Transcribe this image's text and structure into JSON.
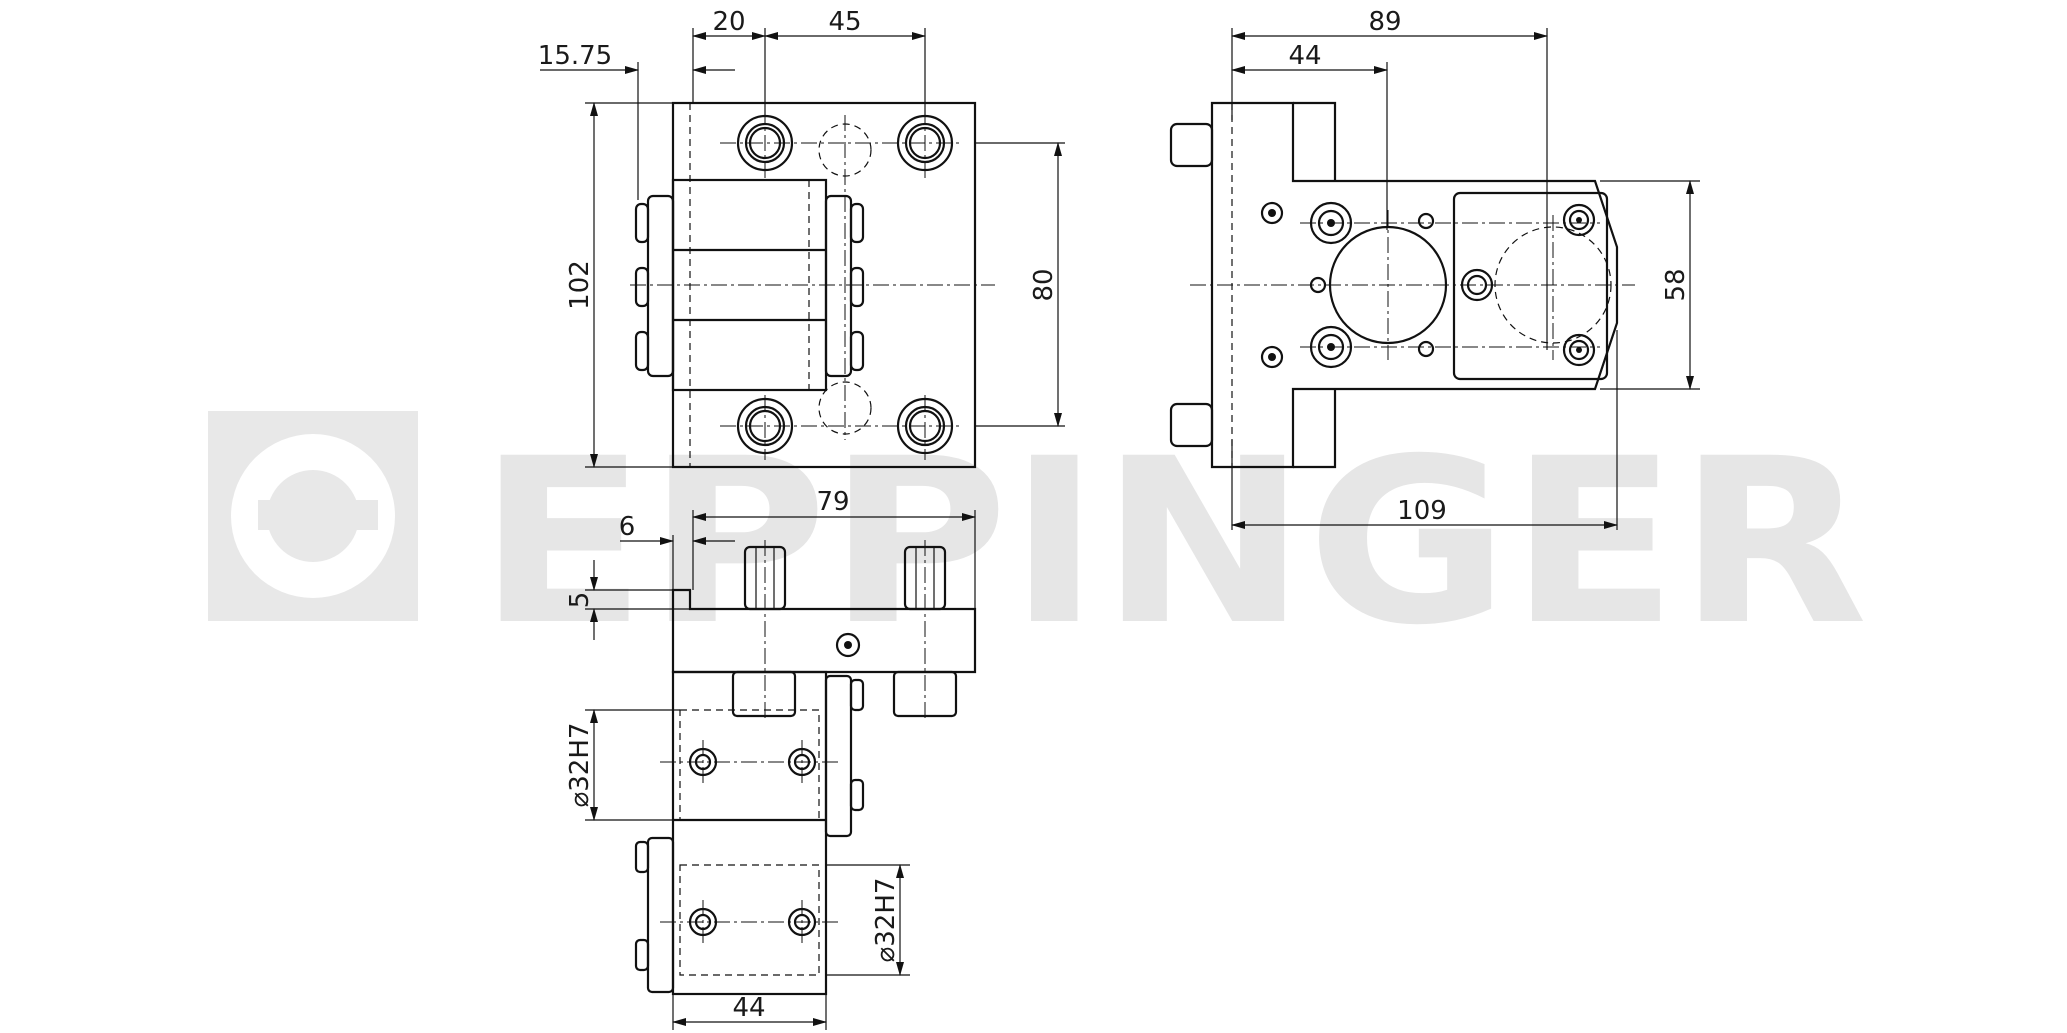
{
  "watermark": {
    "text": "EPPINGER",
    "color": "#e6e6e6"
  },
  "line_color": "#111111",
  "dimensions": {
    "top_view": {
      "d_20": "20",
      "d_45": "45",
      "d_15_75": "15.75",
      "d_102": "102",
      "d_80": "80"
    },
    "side_view": {
      "d_89": "89",
      "d_44": "44",
      "d_58": "58",
      "d_109": "109"
    },
    "bottom_view": {
      "d_79": "79",
      "d_6": "6",
      "d_5": "5",
      "d_32h7_upper": "⌀32H7",
      "d_32h7_lower": "⌀32H7",
      "d_44": "44"
    }
  }
}
